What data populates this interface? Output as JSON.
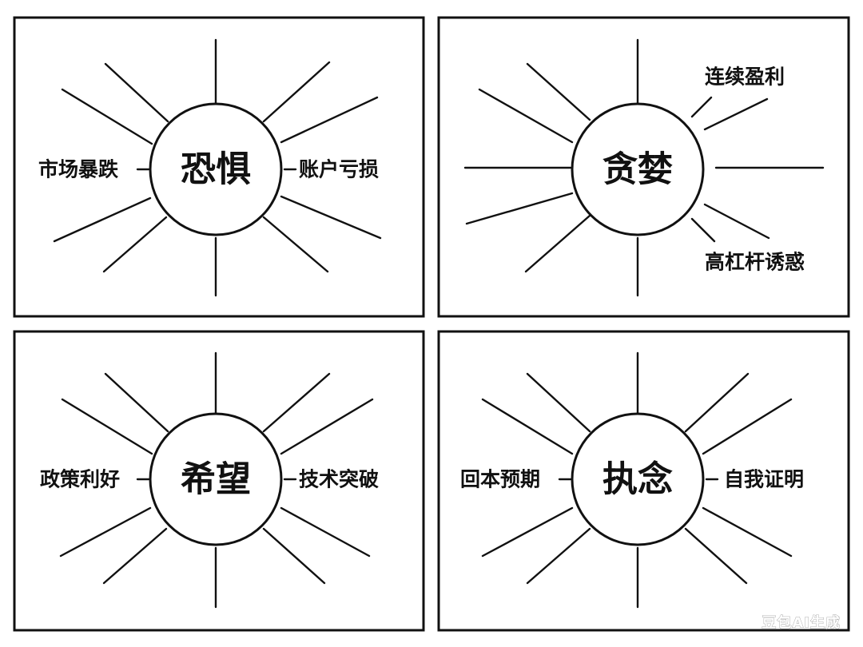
{
  "panels": [
    {
      "center": "恐惧",
      "labels": [
        "市场暴跌",
        "账户亏损"
      ]
    },
    {
      "center": "贪婪",
      "labels": [
        "连续盈利",
        "高杠杆诱惑"
      ]
    },
    {
      "center": "希望",
      "labels": [
        "政策利好",
        "技术突破"
      ]
    },
    {
      "center": "执念",
      "labels": [
        "回本预期",
        "自我证明"
      ]
    }
  ],
  "watermark": "豆包AI生成"
}
